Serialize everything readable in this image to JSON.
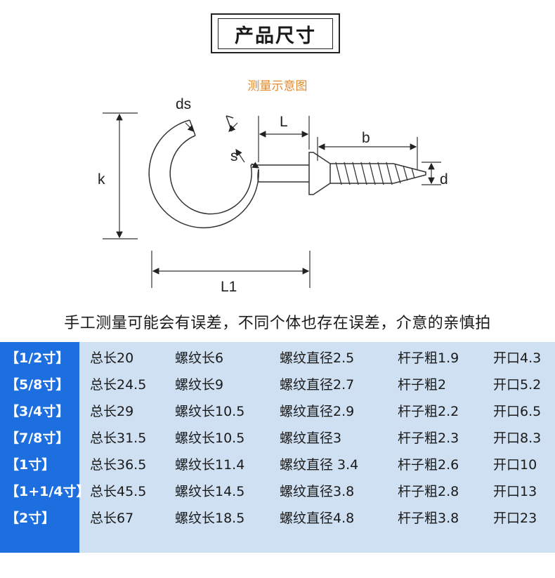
{
  "header": {
    "title": "产品尺寸"
  },
  "diagram": {
    "subtitle": "测量示意图",
    "labels": {
      "ds": "ds",
      "s": "s",
      "L": "L",
      "b": "b",
      "k": "k",
      "d": "d",
      "L1": "L1"
    }
  },
  "note": "手工测量可能会有误差，不同个体也存在误差，介意的亲慎拍",
  "table": {
    "rows": [
      {
        "size": "【1/2寸】",
        "total": "总长20",
        "thread": "螺纹长6",
        "dia": "螺纹直径2.5",
        "rod": "杆子粗1.9",
        "open": "开口4.3"
      },
      {
        "size": "【5/8寸】",
        "total": "总长24.5",
        "thread": "螺纹长9",
        "dia": "螺纹直径2.7",
        "rod": "杆子粗2",
        "open": "开口5.2"
      },
      {
        "size": "【3/4寸】",
        "total": "总长29",
        "thread": "螺纹长10.5",
        "dia": "螺纹直径2.9",
        "rod": "杆子粗2.2",
        "open": "开口6.5"
      },
      {
        "size": "【7/8寸】",
        "total": "总长31.5",
        "thread": "螺纹长10.5",
        "dia": "螺纹直径3",
        "rod": "杆子粗2.3",
        "open": "开口8.3"
      },
      {
        "size": "【1寸】",
        "total": "总长36.5",
        "thread": "螺纹长11.4",
        "dia": "螺纹直径 3.4",
        "rod": "杆子粗2.6",
        "open": "开口10"
      },
      {
        "size": "【1+1/4寸】",
        "total": "总长45.5",
        "thread": "螺纹长14.5",
        "dia": "螺纹直径3.8",
        "rod": "杆子粗2.8",
        "open": "开口13"
      },
      {
        "size": "【2寸】",
        "total": "总长67",
        "thread": "螺纹长18.5",
        "dia": "螺纹直径4.8",
        "rod": "杆子粗3.8",
        "open": "开口23"
      }
    ]
  }
}
